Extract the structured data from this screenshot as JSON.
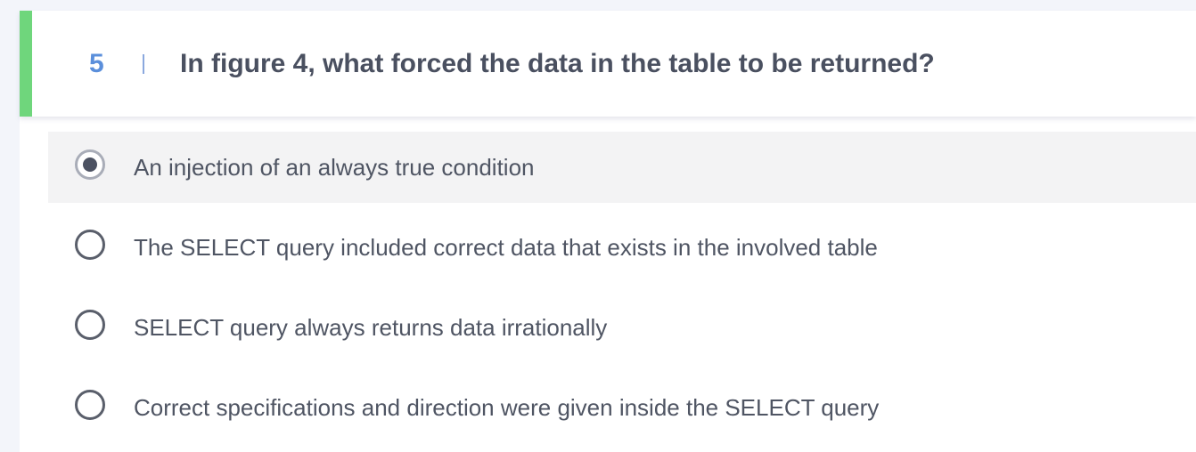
{
  "question": {
    "number": "5",
    "text": "In figure 4, what forced the data in the table to be returned?"
  },
  "options": [
    {
      "label": "An injection of an always true condition",
      "selected": true
    },
    {
      "label": "The SELECT query included correct data that exists in the involved table",
      "selected": false
    },
    {
      "label": "SELECT query always returns data irrationally",
      "selected": false
    },
    {
      "label": "Correct specifications and direction were given inside the SELECT query",
      "selected": false
    }
  ],
  "colors": {
    "accent_bar": "#6fd67c",
    "question_number": "#5b8fdb",
    "question_text": "#4a5060",
    "selected_background": "#f3f3f4",
    "page_background": "#f3f5fa"
  }
}
